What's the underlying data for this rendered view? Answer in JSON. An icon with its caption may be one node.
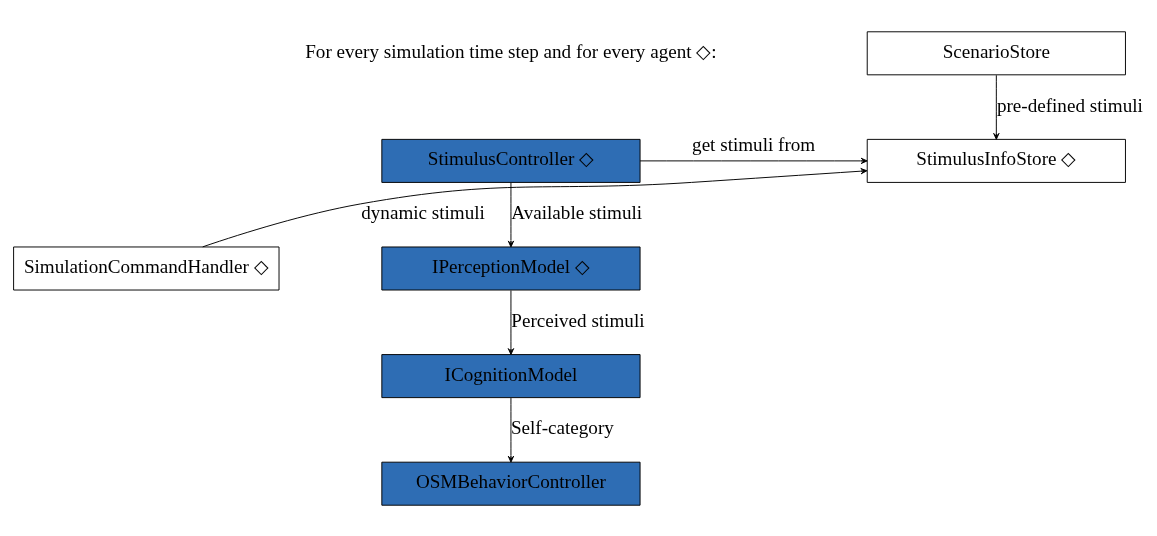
{
  "diagram": {
    "nodes": [
      {
        "text": [
          "ScenarioStore"
        ]
      },
      {
        "text": [
          "StimulusInfoStore ◇"
        ]
      },
      {
        "text": [
          "SimulationCommandHandler ◇"
        ]
      },
      {
        "text": [
          "StimulusController ◇"
        ],
        "beside": [
          "For every simulation time step and for every agent ◇:"
        ]
      },
      {
        "text": [
          "IPerceptionModel ◇"
        ]
      },
      {
        "text": [
          "ICognitionModel"
        ]
      },
      {
        "text": [
          "OSMBehaviorController"
        ]
      }
    ],
    "edges": [
      {
        "from": 0,
        "to": 1,
        "arrow": "to",
        "label": "pre-defined stimuli"
      },
      {
        "from": 2,
        "to": 1,
        "arrow": "to",
        "label": "dynamic stimuli"
      },
      {
        "from": 3,
        "to": 1,
        "arrow": "to",
        "label": "get stimuli from"
      },
      {
        "from": 3,
        "to": 4,
        "arrow": "to",
        "label": "Available stimuli"
      },
      {
        "from": 4,
        "to": 5,
        "arrow": "to",
        "label": "Perceived stimuli"
      },
      {
        "from": 5,
        "to": 6,
        "arrow": "to",
        "label": "Self-category"
      }
    ]
  }
}
